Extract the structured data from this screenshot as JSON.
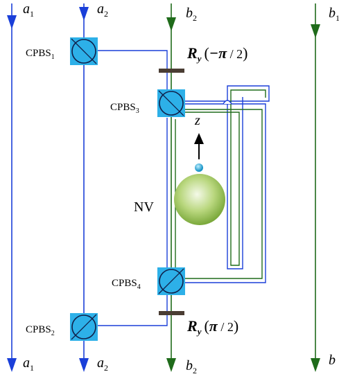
{
  "colors": {
    "photon_line": "#1a3fd9",
    "electron_line": "#1f6b1a",
    "cpbs_fill": "#2db0e8",
    "rotation_bar": "#4a3d33",
    "nv_sphere": "#9ec45a",
    "nv_dot": "#1ca6d8"
  },
  "modes": {
    "a1": {
      "main": "a",
      "sub": "1"
    },
    "a2": {
      "main": "a",
      "sub": "2"
    },
    "b2": {
      "main": "b",
      "sub": "2"
    },
    "b1": {
      "main": "b",
      "sub": "1"
    },
    "b1_bottom": {
      "main": "b",
      "sub": ""
    }
  },
  "cpbs": {
    "c1": {
      "main": "CPBS",
      "sub": "1"
    },
    "c2": {
      "main": "CPBS",
      "sub": "2"
    },
    "c3": {
      "main": "CPBS",
      "sub": "3"
    },
    "c4": {
      "main": "CPBS",
      "sub": "4"
    }
  },
  "rotations": {
    "top": {
      "main": "R",
      "sub": "y",
      "open": "(",
      "sign": "−",
      "pi": "π",
      "slash": " / 2",
      "close": ")"
    },
    "bottom": {
      "main": "R",
      "sub": "y",
      "open": "(",
      "sign": "",
      "pi": "π",
      "slash": " / 2",
      "close": ")"
    }
  },
  "nv": {
    "label": "NV"
  },
  "axis": {
    "label": "z"
  }
}
